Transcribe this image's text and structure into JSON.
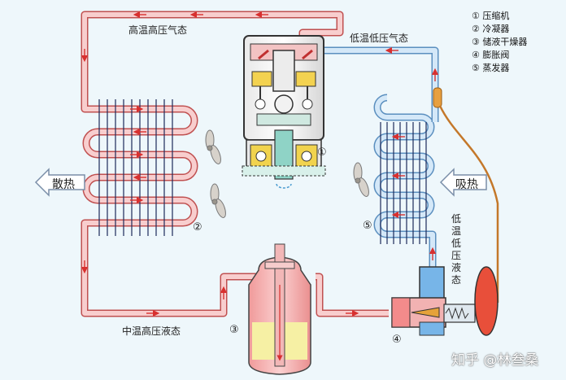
{
  "labels": {
    "high_temp_high_pressure_gas": "高温高压气态",
    "low_temp_low_pressure_gas": "低温低压气态",
    "mid_temp_high_pressure_liquid": "中温高压液态",
    "low_temp_low_pressure_liquid": "低温低压液态",
    "heat_release": "散热",
    "heat_absorb": "吸热"
  },
  "legend": [
    {
      "marker": "①",
      "text": "压缩机"
    },
    {
      "marker": "②",
      "text": "冷凝器"
    },
    {
      "marker": "③",
      "text": "储液干燥器"
    },
    {
      "marker": "④",
      "text": "膨胀阀"
    },
    {
      "marker": "⑤",
      "text": "蒸发器"
    }
  ],
  "component_markers": {
    "compressor": "①",
    "condenser": "②",
    "receiver_drier": "③",
    "expansion_valve": "④",
    "evaporator": "⑤"
  },
  "watermark": "知乎 @林叁桑",
  "colors": {
    "hot_pipe": "#f6c6c6",
    "hot_pipe_edge": "#c05050",
    "cold_pipe": "#cfe6f7",
    "cold_pipe_edge": "#5b8fbf",
    "flow_arrow": "#d8302f",
    "liquid_fill": "#f5f0a0",
    "tank_fill": "#f3a9a9",
    "valve_blue": "#6ab0e6",
    "valve_red": "#e84f3a",
    "background": "#eef7fb"
  },
  "icons": [
    "fan-icon",
    "heat-release-arrow-icon",
    "heat-absorb-arrow-icon",
    "flow-arrow-icon"
  ]
}
